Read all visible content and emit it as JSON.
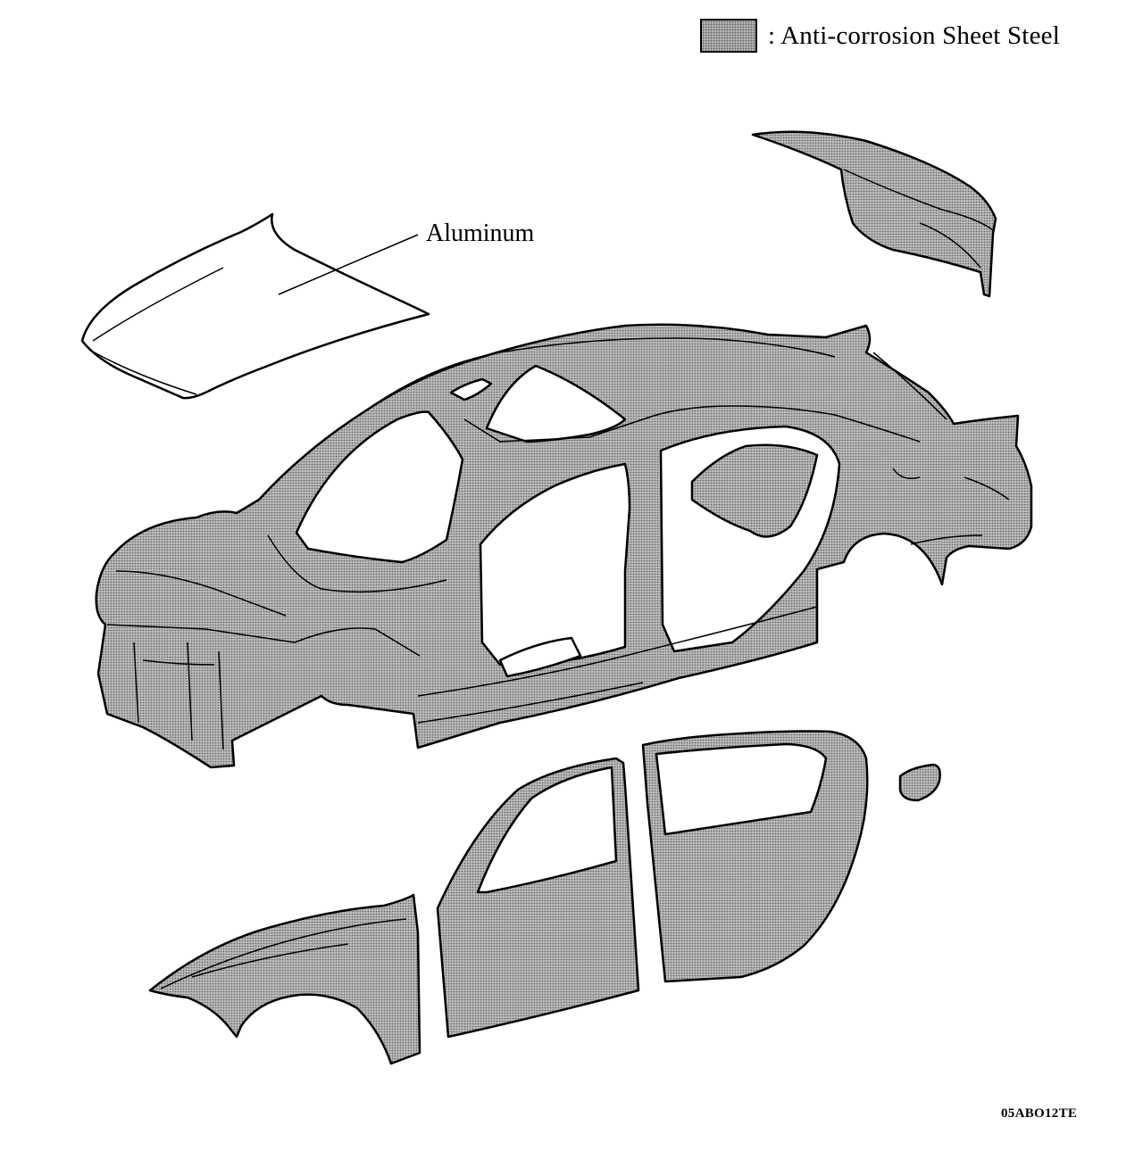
{
  "legend": {
    "text": ":  Anti-corrosion Sheet Steel"
  },
  "callouts": {
    "aluminum": "Aluminum"
  },
  "figure_code": "05ABO12TE"
}
